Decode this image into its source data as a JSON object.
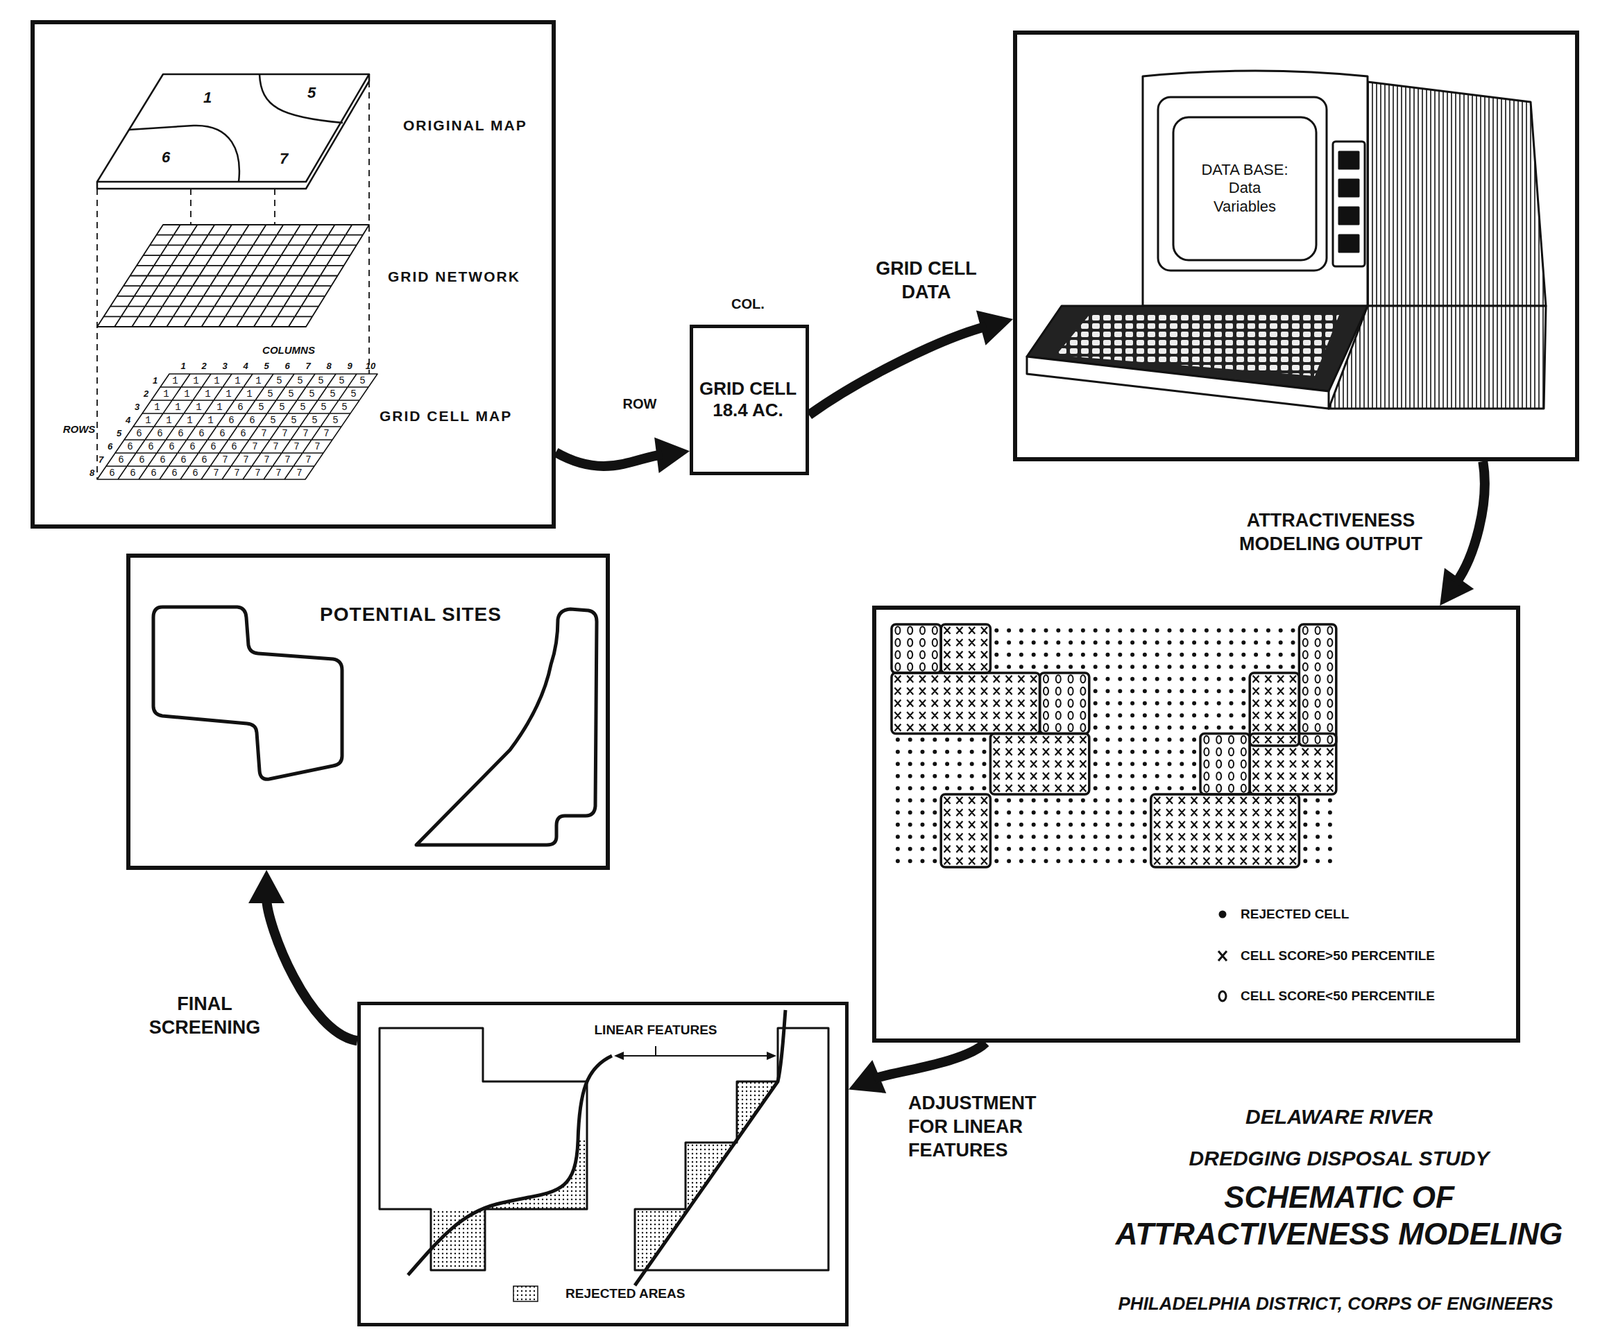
{
  "diagram": {
    "title": "SCHEMATIC OF ATTRACTIVENESS MODELING",
    "nodes": [
      {
        "text": [
          "ORIGINAL MAP",
          "GRID NETWORK",
          "GRID CELL MAP"
        ]
      },
      {
        "text": [
          "COL.",
          "ROW",
          "GRID CELL 18.4 AC."
        ]
      },
      {
        "text": [
          "DATA BASE: Data Variables"
        ]
      },
      {
        "text": []
      },
      {
        "text": [
          "LINEAR FEATURES"
        ]
      },
      {
        "text": [
          "POTENTIAL SITES"
        ]
      }
    ],
    "edges": [
      {
        "from": 0,
        "to": 1,
        "arrow": "to"
      },
      {
        "from": 1,
        "to": 2,
        "arrow": "to",
        "label": "GRID CELL DATA"
      },
      {
        "from": 2,
        "to": 3,
        "arrow": "to",
        "label": "ATTRACTIVENESS MODELING OUTPUT"
      },
      {
        "from": 3,
        "to": 4,
        "arrow": "to",
        "label": "ADJUSTMENT FOR LINEAR FEATURES"
      },
      {
        "from": 4,
        "to": 5,
        "arrow": "to",
        "label": "FINAL SCREENING"
      }
    ],
    "labels": [
      "1",
      "5",
      "6",
      "7",
      "COLUMNS",
      "1",
      "2",
      "3",
      "4",
      "5",
      "6",
      "7",
      "8",
      "9",
      "10",
      "ROWS",
      "1",
      "2",
      "3",
      "4",
      "5",
      "6",
      "7",
      "8",
      "1111155555",
      "1111155555",
      "1111655555",
      "1111665555",
      "6666667777",
      "6666667777",
      "6666677777",
      "6666677777",
      "DELAWARE RIVER",
      "DREDGING DISPOSAL STUDY",
      "PHILADELPHIA DISTRICT, CORPS OF ENGINEERS"
    ],
    "legend": [
      {
        "text": "REJECTED CELL"
      },
      {
        "text": "CELL SCORE>50 PERCENTILE"
      },
      {
        "text": "CELL SCORE<50 PERCENTILE"
      },
      {
        "text": "REJECTED AREAS"
      }
    ]
  }
}
